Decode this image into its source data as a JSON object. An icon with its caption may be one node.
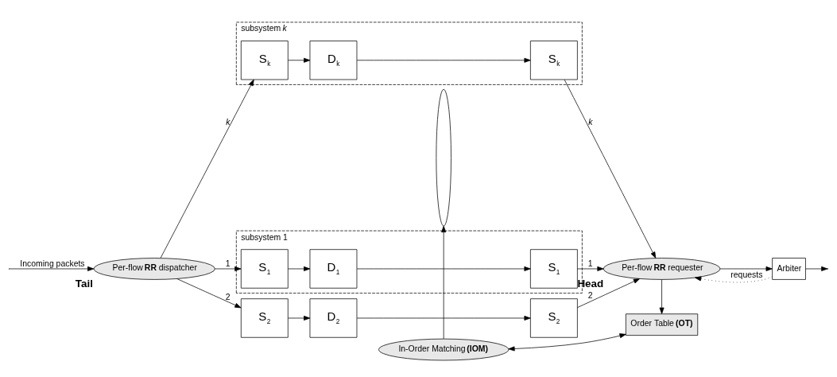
{
  "diagram": {
    "nodes": [
      {
        "text": [
          "Per-flow **RR** dispatcher"
        ],
        "beside": [
          "Tail"
        ]
      },
      {
        "text": [
          "subsystem 1"
        ]
      },
      {
        "text": [
          "S$_{1}$"
        ],
        "in": 1
      },
      {
        "text": [
          "D$_{1}$"
        ],
        "in": 1
      },
      {
        "text": [
          "S$_{1}$"
        ],
        "in": 1
      },
      {
        "text": [
          "S$_{2}$"
        ]
      },
      {
        "text": [
          "D$_{2}$"
        ]
      },
      {
        "text": [
          "S$_{2}$"
        ]
      },
      {
        "text": [
          "subsystem *k*"
        ]
      },
      {
        "text": [
          "S$_{k}$"
        ],
        "in": 8
      },
      {
        "text": [
          "D$_{k}$"
        ],
        "in": 8
      },
      {
        "text": [
          "S$_{k}$"
        ],
        "in": 8
      },
      {
        "text": [],
        "shape": "ellipse"
      },
      {
        "text": [
          "Per-flow **RR** requester"
        ],
        "beside": [
          "Head"
        ]
      },
      {
        "text": [
          "Arbiter"
        ]
      },
      {
        "text": [
          "Order Table **(OT)**"
        ]
      },
      {
        "text": [
          "In-Order Matching **(IOM)**"
        ]
      }
    ],
    "edges": [
      {
        "from": null,
        "to": 0,
        "arrow": "to",
        "label": "Incoming packets"
      },
      {
        "from": 0,
        "to": 2,
        "arrow": "to",
        "label": "1"
      },
      {
        "from": 0,
        "to": 5,
        "arrow": "to",
        "label": "2"
      },
      {
        "from": 0,
        "to": 9,
        "arrow": "to",
        "label": "*k*"
      },
      {
        "from": 2,
        "to": 3,
        "arrow": "to"
      },
      {
        "from": 3,
        "to": 4,
        "arrow": "to"
      },
      {
        "from": 5,
        "to": 6,
        "arrow": "to"
      },
      {
        "from": 6,
        "to": 7,
        "arrow": "to"
      },
      {
        "from": 9,
        "to": 10,
        "arrow": "to"
      },
      {
        "from": 10,
        "to": 11,
        "arrow": "to"
      },
      {
        "from": 4,
        "to": 13,
        "arrow": "to",
        "label": "1"
      },
      {
        "from": 7,
        "to": 13,
        "arrow": "to",
        "label": "2"
      },
      {
        "from": 11,
        "to": 13,
        "arrow": "to",
        "label": "*k*"
      },
      {
        "from": 13,
        "to": 14,
        "arrow": "to"
      },
      {
        "from": 14,
        "to": null,
        "arrow": "to"
      },
      {
        "from": 14,
        "to": 13,
        "arrow": "to",
        "label": "requests",
        "style": "dashed"
      },
      {
        "from": 13,
        "to": 15,
        "arrow": "to"
      },
      {
        "from": 16,
        "to": 12,
        "arrow": "to"
      },
      {
        "from": 16,
        "to": 15,
        "arrow": "both"
      }
    ]
  }
}
